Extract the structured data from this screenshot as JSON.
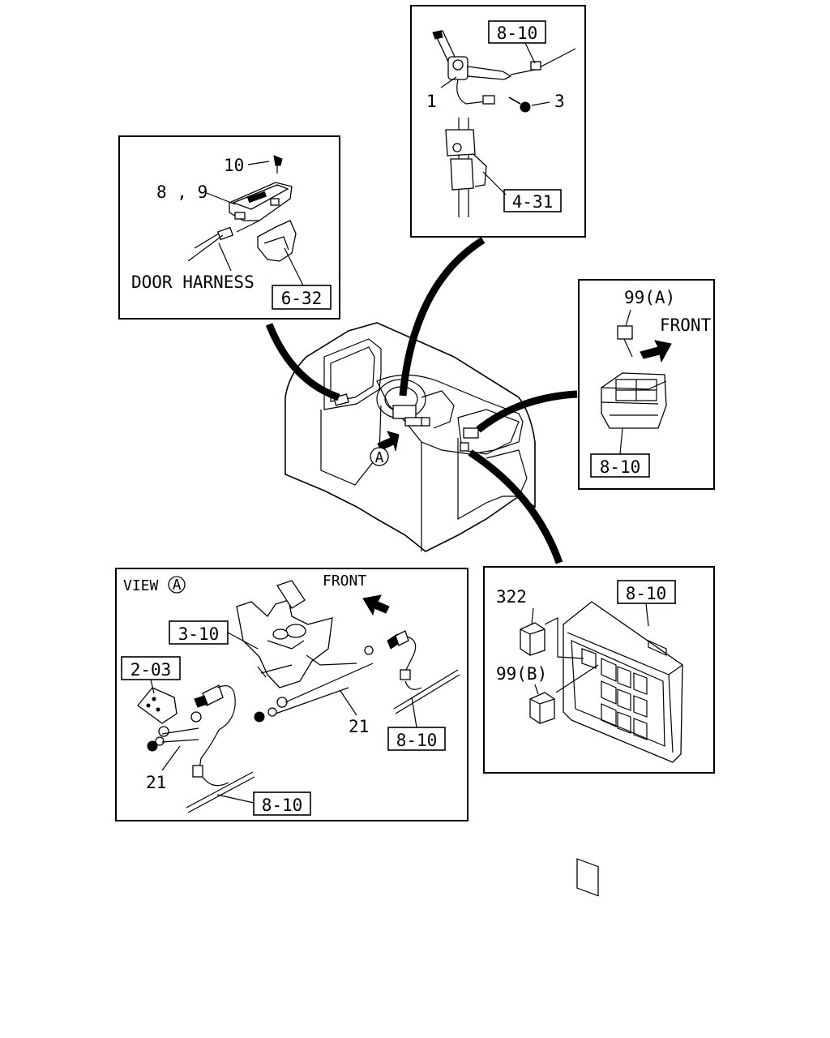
{
  "door_panel": {
    "part_10": "10",
    "part_8_9": "8 , 9",
    "door_harness": "DOOR HARNESS",
    "ref_6_32": "6-32"
  },
  "column_panel": {
    "ref_8_10": "8-10",
    "part_1": "1",
    "part_3": "3",
    "ref_4_31": "4-31"
  },
  "relay_panel": {
    "part_99a": "99(A)",
    "front": "FRONT",
    "ref_8_10": "8-10"
  },
  "center": {
    "view_marker": "A"
  },
  "view_panel": {
    "view": "VIEW",
    "view_marker": "A",
    "front": "FRONT",
    "ref_3_10": "3-10",
    "ref_2_03": "2-03",
    "part_21_right": "21",
    "part_21_left": "21",
    "ref_8_10_right": "8-10",
    "ref_8_10_bottom": "8-10"
  },
  "fuse_panel": {
    "part_322": "322",
    "ref_8_10": "8-10",
    "part_99b": "99(B)"
  }
}
